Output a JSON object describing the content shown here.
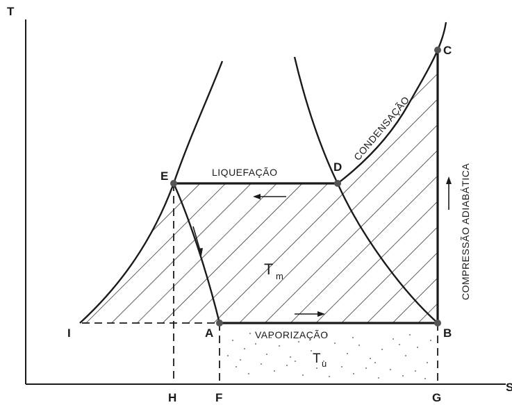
{
  "axes": {
    "y_label": "T",
    "x_label": "S"
  },
  "points": {
    "A": "A",
    "B": "B",
    "C": "C",
    "D": "D",
    "E": "E",
    "F": "F",
    "G": "G",
    "H": "H",
    "I": "I"
  },
  "regions": {
    "liquefaction": "LIQUEFAÇÃO",
    "vaporization": "VAPORIZAÇÃO",
    "condensation": "CONDENSAÇÃO",
    "adiabatic_compression": "COMPRESSÃO ADIABÁTICA",
    "tm": "T",
    "tm_sub": "m",
    "tu": "T",
    "tu_sub": "u"
  }
}
